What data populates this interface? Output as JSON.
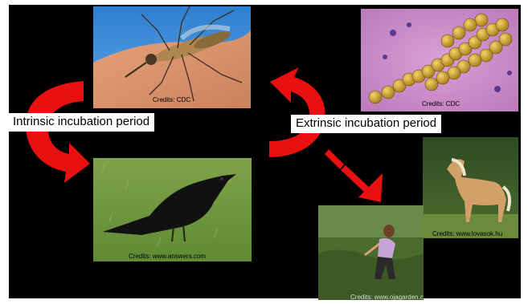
{
  "labels": {
    "intrinsic": "Intrinsic incubation period",
    "extrinsic": "Extrinsic incubation period"
  },
  "photos": {
    "mosquito": {
      "subject": "mosquito-on-skin",
      "credit": "Credits:  CDC"
    },
    "virus": {
      "subject": "virus-micrograph",
      "credit": "Credits:  CDC"
    },
    "crow": {
      "subject": "crow-on-grass",
      "credit": "Credits:  www.answers.com"
    },
    "horse": {
      "subject": "palomino-horse",
      "credit": "Credits:  www.lovasok.hu"
    },
    "gardener": {
      "subject": "person-gardening",
      "credit": "Credits:  www.ojagarden.com"
    }
  },
  "colors": {
    "background": "#000000",
    "arrow": "#e81010",
    "label_bg": "#ffffff"
  }
}
